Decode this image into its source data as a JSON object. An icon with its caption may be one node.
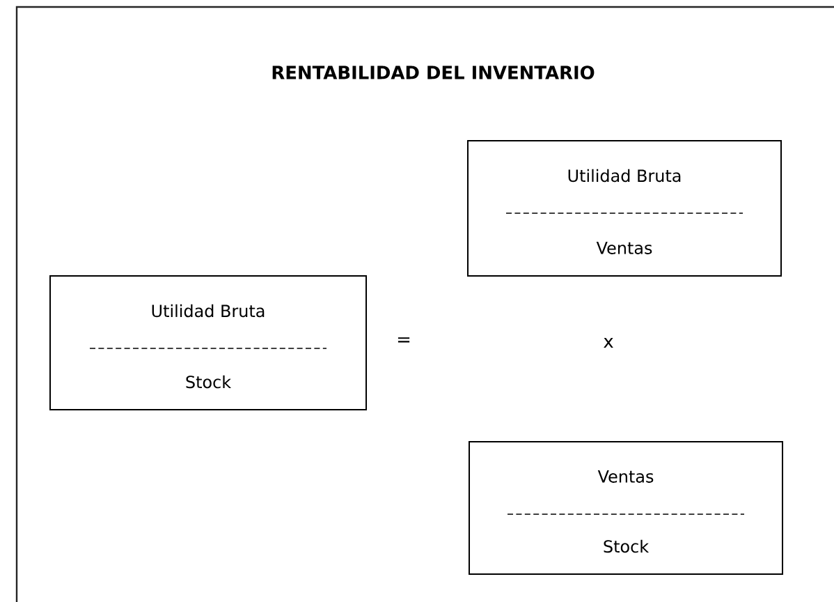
{
  "diagram": {
    "title": "RENTABILIDAD DEL INVENTARIO",
    "nodes": [
      {
        "text": [
          "Utilidad Bruta",
          "Stock"
        ]
      },
      {
        "text": [
          "Utilidad Bruta",
          "Ventas"
        ]
      },
      {
        "text": [
          "Ventas",
          "Stock"
        ]
      }
    ],
    "edges": [],
    "labels": [
      "=",
      "x"
    ]
  }
}
